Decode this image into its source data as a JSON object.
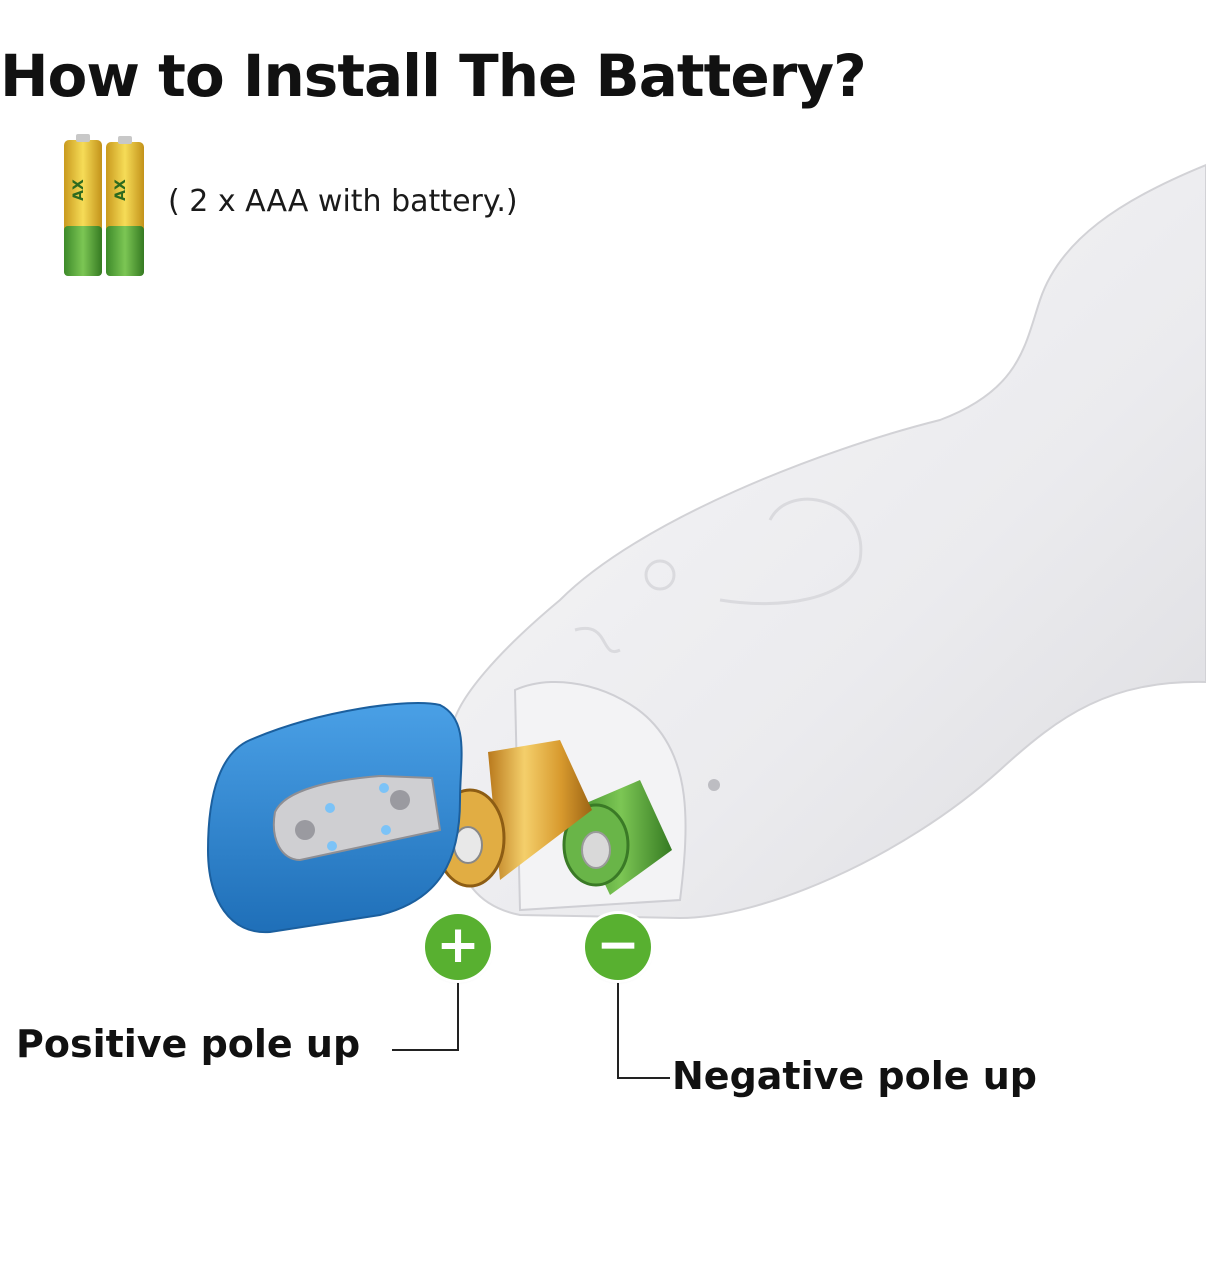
{
  "title": "How to Install The Battery?",
  "battery_note": "( 2 x AAA with battery.)",
  "positive": {
    "label": "Positive pole up",
    "symbol": "+"
  },
  "negative": {
    "label": "Negative pole up",
    "symbol": "−"
  },
  "colors": {
    "badge_green": "#58b030",
    "device_body": "#ececef",
    "battery_cover_blue": "#2f86cf",
    "battery_gold": "#d9a23a",
    "battery_green": "#5aa83a"
  }
}
